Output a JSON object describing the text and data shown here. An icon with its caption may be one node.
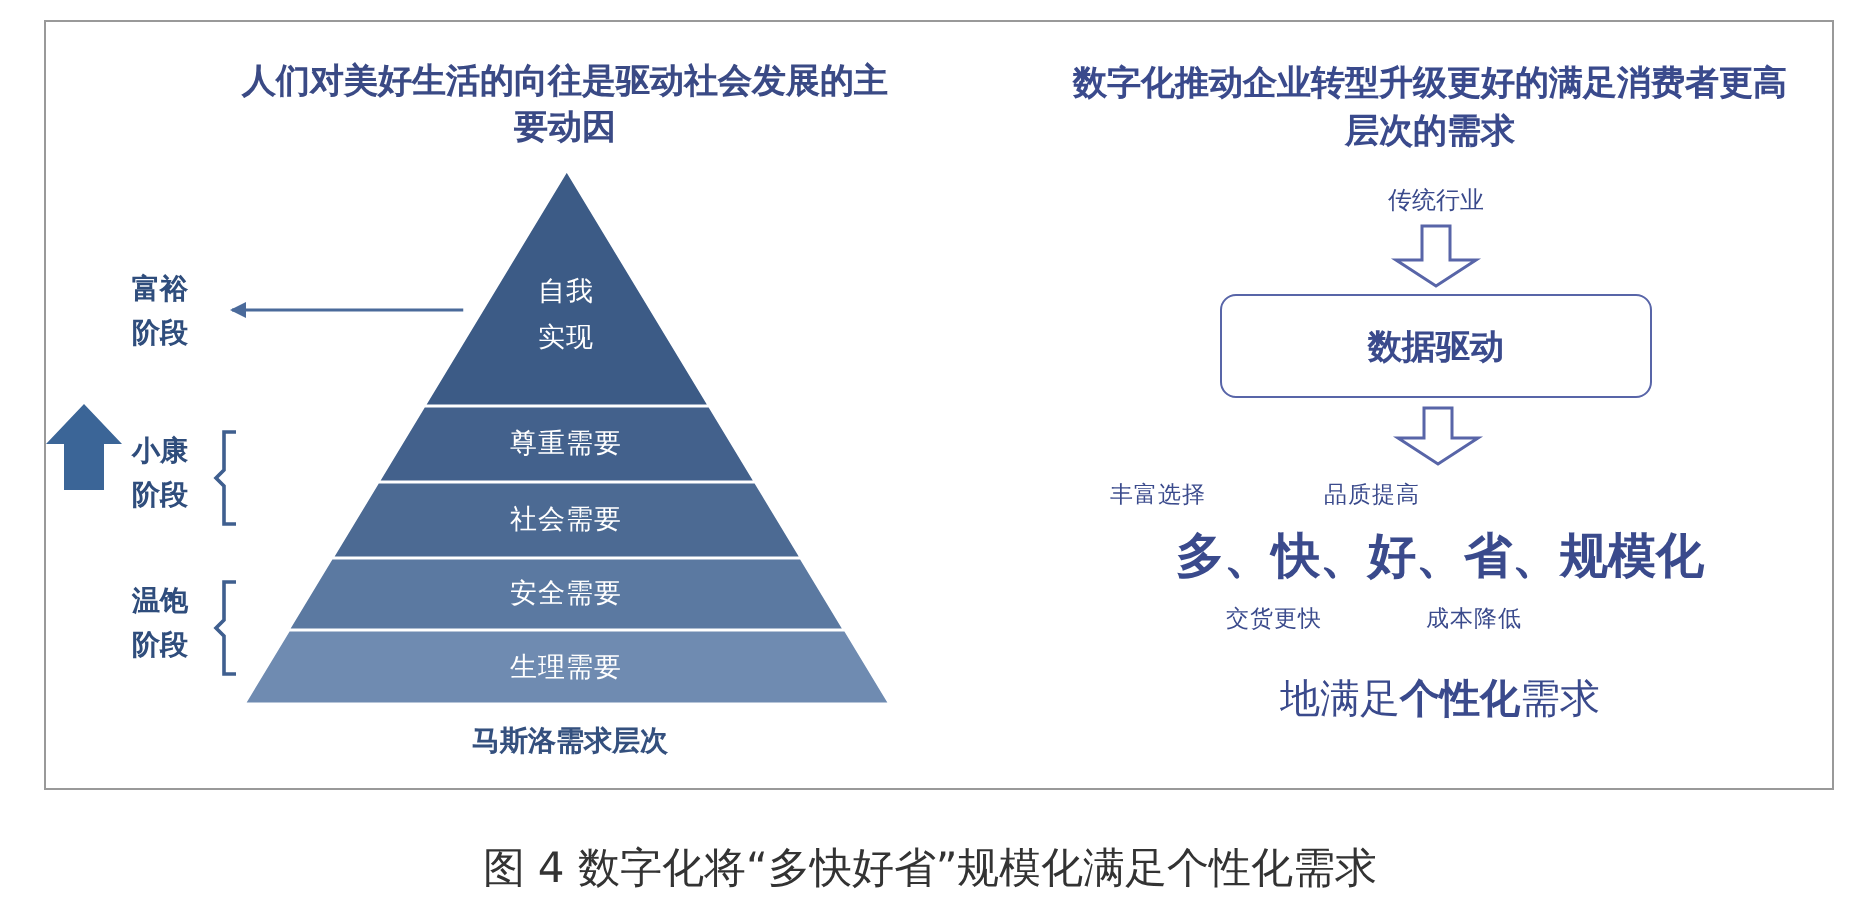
{
  "diagram": {
    "caption": "图 4  数字化将“多快好省”规模化满足个性化需求",
    "nodes": [
      {
        "text": [
          "自我实现"
        ]
      },
      {
        "text": [
          "尊重需要"
        ]
      },
      {
        "text": [
          "社会需要"
        ]
      },
      {
        "text": [
          "安全需要"
        ]
      },
      {
        "text": [
          "生理需要"
        ]
      },
      {
        "text": [
          "富裕阶段"
        ]
      },
      {
        "text": [
          "传统行业"
        ]
      },
      {
        "text": [
          "数据驱动"
        ]
      },
      {
        "text": [
          "多、快、好、省、规模化"
        ]
      }
    ],
    "edges": [
      {
        "from": 0,
        "to": 5,
        "arrow": "to"
      },
      {
        "from": 6,
        "to": 7,
        "arrow": "to"
      },
      {
        "from": 7,
        "to": 8,
        "arrow": "to"
      }
    ],
    "labels": [
      "人们对美好生活的向往是驱动社会发展的主要动因",
      "数字化推动企业转型升级更好的满足消费者更高层次的需求",
      "小康阶段",
      "温饱阶段",
      "马斯洛需求层次",
      "丰富选择",
      "品质提高",
      "交货更快",
      "成本降低",
      "地满足**个性化**需求"
    ]
  }
}
